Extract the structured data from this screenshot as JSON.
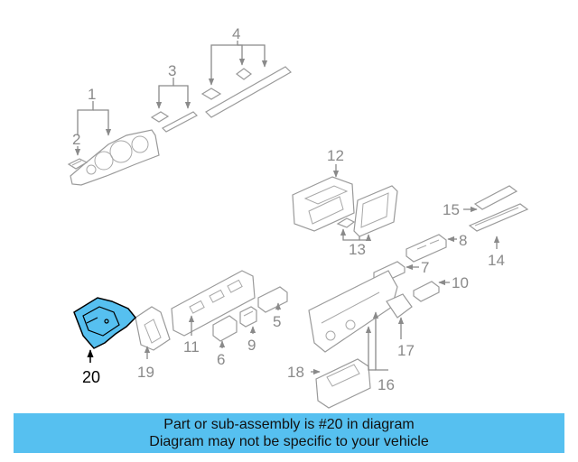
{
  "callouts": {
    "c1": "1",
    "c2": "2",
    "c3": "3",
    "c4": "4",
    "c5": "5",
    "c6": "6",
    "c7": "7",
    "c8": "8",
    "c9": "9",
    "c10": "10",
    "c11": "11",
    "c12": "12",
    "c13": "13",
    "c14": "14",
    "c15": "15",
    "c16": "16",
    "c17": "17",
    "c18": "18",
    "c19": "19",
    "c20": "20"
  },
  "selected_part": "20",
  "colors": {
    "highlight": "#56c0f0",
    "line": "#9a9a9a",
    "selected_outline": "#000000"
  },
  "banner": {
    "line1": "Part or sub-assembly is #20 in diagram",
    "line2": "Diagram may not be specific to your vehicle"
  }
}
